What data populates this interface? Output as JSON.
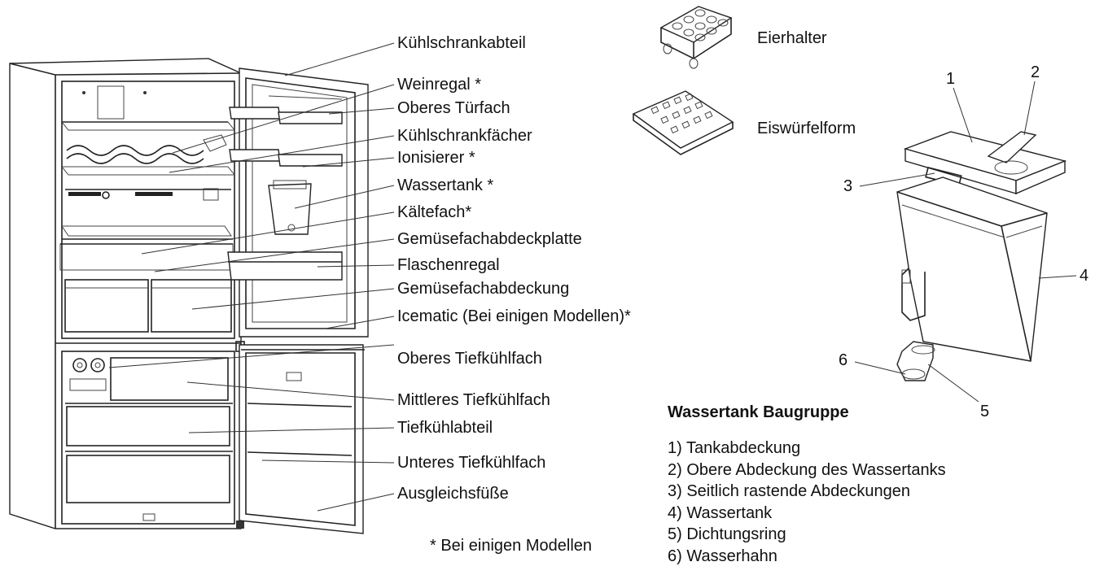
{
  "fridge_labels": [
    "Kühlschrankabteil",
    "Weinregal   *",
    "Oberes Türfach",
    "Kühlschrankfächer",
    "Ionisierer *",
    "Wassertank *",
    "Kältefach*",
    "Gemüsefachabdeckplatte",
    "Flaschenregal",
    "Gemüsefachabdeckung",
    "Icematic (Bei einigen Modellen)*",
    "Oberes Tiefkühlfach",
    "Mittleres Tiefkühlfach",
    "Tiefkühlabteil",
    "Unteres Tiefkühlfach",
    "Ausgleichsfüße"
  ],
  "accessories": {
    "egg_holder": "Eierhalter",
    "ice_tray": "Eiswürfelform"
  },
  "tank_numbers": [
    "1",
    "2",
    "3",
    "4",
    "5",
    "6"
  ],
  "tank_assembly": {
    "title": "Wassertank Baugruppe",
    "items": [
      "1) Tankabdeckung",
      "2) Obere Abdeckung des Wassertanks",
      "3) Seitlich rastende Abdeckungen",
      "4) Wassertank",
      "5) Dichtungsring",
      "6) Wasserhahn"
    ]
  },
  "footnote": "* Bei einigen Modellen"
}
